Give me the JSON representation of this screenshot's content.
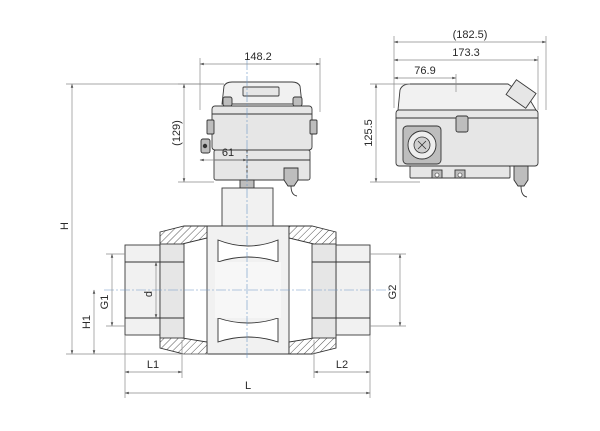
{
  "drawing": {
    "dimensions": {
      "width_top": "148.2",
      "height_actuator": "(129)",
      "stem_offset": "61",
      "overall_height": "H",
      "side_width_overall": "(182.5)",
      "side_width": "173.3",
      "side_partial": "76.9",
      "side_height": "125.5",
      "bore": "d",
      "thread_left": "G1",
      "thread_right": "G2",
      "center_height": "H1",
      "left_length": "L1",
      "right_length": "L2",
      "overall_length": "L"
    },
    "colors": {
      "outline": "#333333",
      "dimension_line": "#8a8a8a",
      "center_axis": "#6c96c6",
      "body_fill": "#e6e6e6"
    }
  }
}
